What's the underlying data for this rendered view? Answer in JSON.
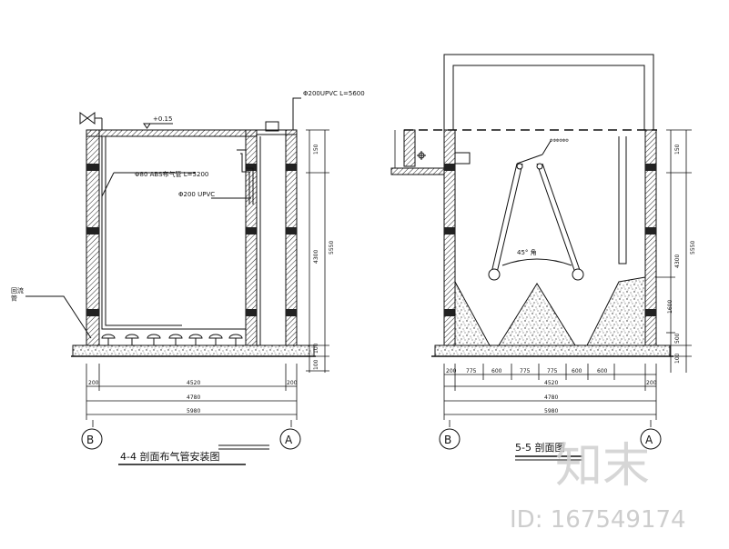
{
  "left_section": {
    "caption": "4-4 剖面布气管安装图",
    "elevation_label": "+0.15",
    "pipe_uvpc_label": "Φ200UPVC L=5600",
    "abs_pipe_label": "Φ80 ABS布气管 L=5200",
    "pipe_label_2": "Φ200  UPVC",
    "side_note": "回流\n管",
    "dims_bottom": [
      "200",
      "4520",
      "200",
      "4780",
      "5980"
    ],
    "dims_right": [
      "150",
      "4300",
      "5550",
      "100",
      "100"
    ],
    "axis_left": "B",
    "axis_right": "A"
  },
  "right_section": {
    "caption": "5-5 剖面图",
    "top_label": "ФФФФФФ",
    "annotation_angle": "45° 角",
    "dims_bottom": [
      "200",
      "775",
      "600",
      "775",
      "775",
      "600",
      "600",
      "200",
      "4520",
      "4780",
      "5980"
    ],
    "dims_right": [
      "150",
      "4300",
      "5550",
      "1600",
      "500",
      "100"
    ],
    "axis_left": "B",
    "axis_right": "A"
  },
  "watermark": {
    "brand": "知末",
    "id_text": "ID: 167549174"
  }
}
